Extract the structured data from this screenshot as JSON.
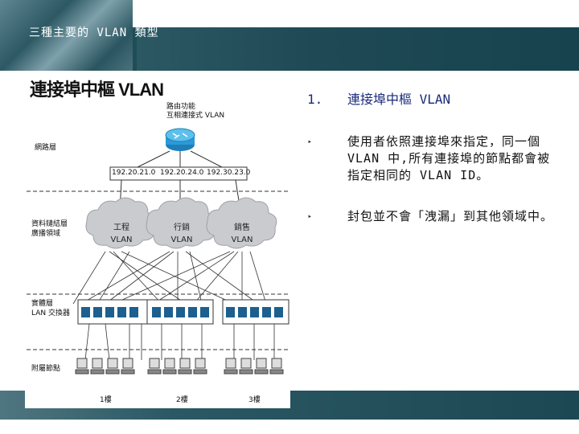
{
  "header": {
    "title": "三種主要的 VLAN 類型"
  },
  "figure": {
    "title": "連接埠中樞 VLAN",
    "router_note_line1": "路由功能",
    "router_note_line2": "互相連接式 VLAN",
    "layer_network": "網路層",
    "layer_datalink_line1": "資料鏈結層",
    "layer_datalink_line2": "廣播領域",
    "layer_physical_line1": "實體層",
    "layer_physical_line2": "LAN 交換器",
    "layer_nodes": "附屬節點",
    "subnets": [
      "192.20.21.0",
      "192.20.24.0",
      "192.30.23.0"
    ],
    "clouds": [
      {
        "name": "工程",
        "tag": "VLAN"
      },
      {
        "name": "行銷",
        "tag": "VLAN"
      },
      {
        "name": "銷售",
        "tag": "VLAN"
      }
    ],
    "floors": [
      "1樓",
      "2樓",
      "3樓"
    ]
  },
  "content": {
    "heading_num": "1.",
    "heading_text": "連接埠中樞 VLAN",
    "bullets": [
      {
        "marker": "‣",
        "text": "使用者依照連接埠來指定，同一個 VLAN 中,所有連接埠的節點都會被指定相同的 VLAN ID。"
      },
      {
        "marker": "‣",
        "text": "封包並不會「洩漏」到其他領域中。"
      }
    ]
  }
}
